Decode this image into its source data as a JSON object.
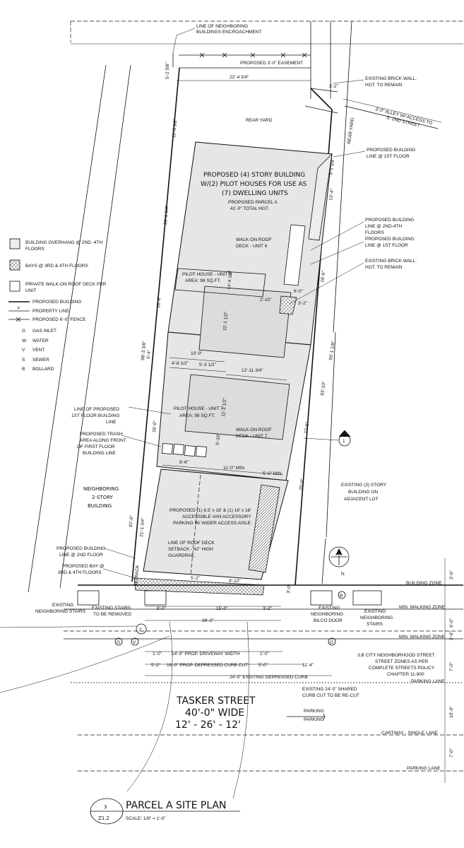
{
  "legend": {
    "items": [
      {
        "key": "overhang",
        "label1": "BUILDING OVERHANG @ 2ND -4TH",
        "label2": "FLOORS"
      },
      {
        "key": "bays",
        "label1": "BAYS @ 3RD & 4TH FLOORS",
        "label2": ""
      },
      {
        "key": "deck",
        "label1": "PRIVATE WALK-ON ROOF DECK PER",
        "label2": "UNIT"
      }
    ],
    "lines": [
      "PROPOSED BUILDING",
      "PROPERTY LINE",
      "PROPOSED 6'-0\" FENCE"
    ],
    "symbols": [
      {
        "sym": "G",
        "label": "GAS INLET"
      },
      {
        "sym": "W",
        "label": "WATER"
      },
      {
        "sym": "V",
        "label": "VENT"
      },
      {
        "sym": "S",
        "label": "SEWER"
      },
      {
        "sym": "B",
        "label": "BOLLARD"
      }
    ]
  },
  "notes": {
    "neighboring_line_1": "LINE OF NEIGHBORING",
    "neighboring_line_2": "BUILDINGS ENCROACHMENT",
    "easement": "PROPOSED 3'-0\" EASEMENT",
    "brick_wall_top_1": "EXISTING BRICK WALL.",
    "brick_wall_top_2": "HGT. TO REMAIN",
    "alley_1": "3'-0\" ALLEY W/ ACCESS TO",
    "alley_2": "S. 2ND STREET",
    "rear_yard": "REAR YARD",
    "rear_yard_setback": "REAR YARD",
    "building_line_1st_1": "PROPOSED BUILDING",
    "building_line_1st_2": "LINE @ 1ST FLOOR",
    "building_title_1": "PROPOSED (4) STORY BUILDING",
    "building_title_2": "W/(2) PILOT HOUSES FOR USE AS",
    "building_title_3": "(7) DWELLING UNITS",
    "parcel_1": "PROPOSED PARCEL A",
    "parcel_2": "41'-0\" TOTAL HGT.",
    "bl_2nd_1": "PROPOSED BUILDING",
    "bl_2nd_2": "LINE @ 2ND-4TH",
    "bl_2nd_3": "FLOORS",
    "bl_1st_b1": "PROPOSED BUILDING",
    "bl_1st_b2": "LINE @ 1ST FLOOR",
    "brick_wall_mid_1": "EXISTING BRICK WALL.",
    "brick_wall_mid_2": "HGT. TO REMAIN",
    "deck6_1": "WALK-ON ROOF",
    "deck6_2": "DECK - UNIT 6",
    "pilot6_1": "PILOT HOUSE - UNIT 6",
    "pilot6_2": "AREA: 98 SQ.FT.",
    "pilot7_1": "PILOT HOUSE - UNIT 7",
    "pilot7_2": "AREA: 98 SQ.FT.",
    "deck7_1": "WALK-ON ROOF",
    "deck7_2": "DECK - UNIT 7",
    "line_proposed_1": "LINE OF PROPOSED",
    "line_proposed_2": "1ST FLOOR BUILDING",
    "line_proposed_3": "LINE",
    "trash_1": "PROPOSED TRASH",
    "trash_2": "AREA ALONG FRONT",
    "trash_3": "OF FIRST FLOOR",
    "trash_4": "BUILDING LINE",
    "neighboring_bldg_1": "NEIGHBORING",
    "neighboring_bldg_2": "2-STORY",
    "neighboring_bldg_3": "BUILDING",
    "parking_1": "PROPOSED (1) 8.5' x 18' & (1) 16' x 18'",
    "parking_2": "ACCESSIBLE VAN ACCESSORY",
    "parking_3": "PARKING W/ WIDER ACCESS AISLE",
    "roofdeck_1": "LINE OF ROOF DECK",
    "roofdeck_2": "SETBACK - 42\" HIGH",
    "roofdeck_3": "GUARDRAIL",
    "pbl2_1": "PROPOSED BUILDING",
    "pbl2_2": "LINE @ 2ND FLOOR",
    "pbay_1": "PROPOSED BAY @",
    "pbay_2": "3RD & 4TH FLOORS",
    "setback": "SETBACK",
    "existing_bldg_1": "EXISTING (3) STORY",
    "existing_bldg_2": "BUILDING ON",
    "existing_bldg_3": "ADJACENT LOT",
    "ex_stairs_l1": "EXISTING",
    "ex_stairs_l2": "NEIGHBORING STAIRS",
    "ex_stairs_r1": "EXISTING STAIRS",
    "ex_stairs_r2": "TO BE REMOVED",
    "bilco_1": "EXISTING",
    "bilco_2": "NEIGHBORING",
    "bilco_3": "BILCO DOOR",
    "nstairs_1": "EXISTING",
    "nstairs_2": "NEIGHBORING",
    "nstairs_3": "STAIRS",
    "building_zone": "BUILDING ZONE",
    "min_walk_1": "MIN. WALKING ZONE",
    "min_walk_2": "MIN. WALKING ZONE",
    "street_zones_1": "3.B CITY NEIGHBORHOOD STREET",
    "street_zones_2": "STREET ZONES AS PER",
    "street_zones_3": "COMPLETE STREETS POLICY",
    "street_zones_4": "CHAPTER 11-900",
    "parking_lane_1": "PARKING LANE",
    "parking_lane_2": "PARKING LANE",
    "cartway": "CARTWAY - SINGLE LANE",
    "curb_cut_1": "EXISTING 24'-0\" SHARED",
    "curb_cut_2": "CURB CUT TO BE RE-CUT",
    "street_name": "TASKER STREET",
    "street_width": "40'-0\" WIDE",
    "street_split": "12' - 26' - 12'",
    "parking_arrow_1": "PARKING",
    "parking_arrow_2": "PARKING",
    "north": "N"
  },
  "dimensions": {
    "d_5_2_58": "5'-2 5/8\"",
    "d_22_4_34": "22'-4 3/4\"",
    "d_3_2_top": "3'-2\"",
    "d_11_5_38": "11'-5 3/8\"",
    "d_3_118": "3'-1 1/8\"",
    "d_29_6_14": "29'-6 1/4\"",
    "d_13_4": "13'-4\"",
    "d_16_0_a": "16'-0\"",
    "d_14_4_12": "14'-4 1/2\"",
    "d_2_10": "2'-10\"",
    "d_6_0": "6'-0\"",
    "d_3_2_mid": "3'-2\"",
    "d_18_6": "18'-6\"",
    "d_11_1_12": "11'-1 1/2\"",
    "d_98_3_38": "98'-3 3/8\"",
    "d_93_1_18": "93'-1 1/8\"",
    "d_83_10": "83'-10\"",
    "d_5_4": "5'-4\"",
    "d_10_0": "10'-0\"",
    "d_4_8_12": "4'-8 1/2\"",
    "d_5_3_12": "5'-3 1/2\"",
    "d_12_11_34": "12'-11 3/4\"",
    "d_16_0_b": "16'-0\"",
    "d_11_1_12_b": "11'-1 1/2\"",
    "d_5_10": "5'-10\"",
    "d_27_6": "27'-6\"",
    "d_8_6": "8'-6\"",
    "d_11_0_min": "11'-0\" MIN.",
    "d_5_0_min": "5'-0\" MIN.",
    "d_25_0": "25'-0\"",
    "d_87_0": "87'-0\"",
    "d_21_1_34": "21'-1 3/4\"",
    "d_5_2_bot": "5'-2\"",
    "d_9_10": "9'-10\"",
    "d_3_0": "3'-0\"",
    "d_8_0": "8'-0\"",
    "d_15_0": "15'-0\"",
    "d_3_2_bot": "3'-2\"",
    "d_26_2": "26'-2\"",
    "d_1_0_a": "1'-0\"",
    "driveway": "14'-0\" PROP. DRIVEWAY WIDTH",
    "d_1_0_b": "1'-0\"",
    "d_5_2_curb": "5'-2\"",
    "depressed": "16'-0\" PROP. DEPRESSED CURB CUT",
    "d_5_0": "5'-0\"",
    "d_11_4": "11'-4\"",
    "existing_curb": "24'-0\" EXISTING DEPRESSED CURB",
    "z_3_6": "3'-6\"",
    "z_6_0": "6'-0\"",
    "z_2_6": "2'-6\"",
    "z_7_0a": "7'-0\"",
    "z_10_0": "10'-0\"",
    "z_7_0b": "7'-0\""
  },
  "symbols_on_plan": {
    "g1": "G",
    "v1": "V",
    "g2": "G",
    "b1": "B",
    "callout_1": "1",
    "callout_2": "2"
  },
  "title_block": {
    "number": "3",
    "sheet": "Z1.2",
    "title": "PARCEL A SITE PLAN",
    "scale": "SCALE: 1/8\" = 1'-0\""
  }
}
